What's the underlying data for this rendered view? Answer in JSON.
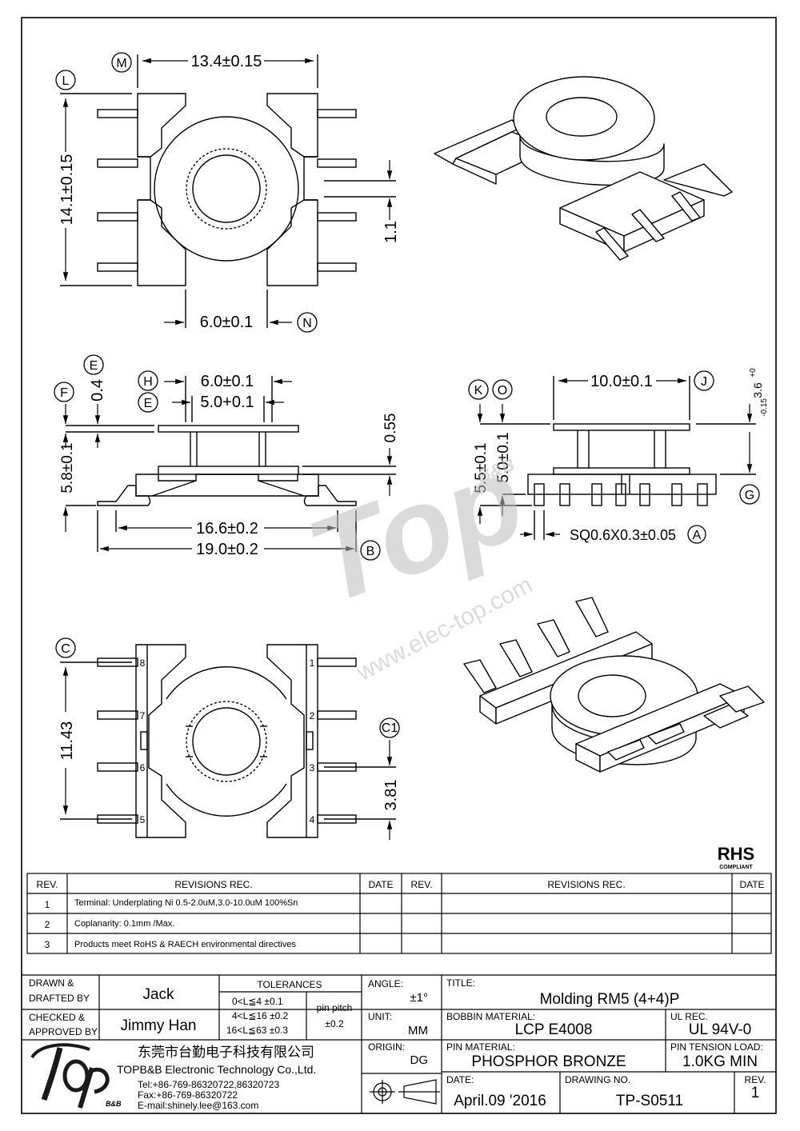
{
  "views": {
    "top": {
      "dims": {
        "width": "13.4±0.15",
        "height": "14.1±0.15",
        "gap": "1.1",
        "slot": "6.0±0.1"
      },
      "refs": {
        "m": "M",
        "l": "L",
        "n": "N"
      }
    },
    "side": {
      "dims": {
        "flange_h": "0.4",
        "total_h": "5.8±0.1",
        "core_outer": "6.0±0.1",
        "core_inner": "5.0+0.1",
        "flange_t": "0.55",
        "span_inner": "16.6±0.2",
        "span_outer": "19.0±0.2"
      },
      "refs": {
        "e1": "E",
        "f": "F",
        "h": "H",
        "e2": "E",
        "b": "B"
      }
    },
    "end": {
      "dims": {
        "width": "10.0±0.1",
        "tol_base": "3.6",
        "tol_up": "+0",
        "tol_dn": "-0.15",
        "h1": "5.5±0.1",
        "h2": "5.0±0.1",
        "pin": "SQ0.6X0.3±0.05"
      },
      "refs": {
        "k": "K",
        "o": "O",
        "j": "J",
        "g": "G",
        "a": "A"
      }
    },
    "bottom": {
      "dims": {
        "pitch_total": "11.43",
        "pitch": "3.81"
      },
      "refs": {
        "c": "C",
        "c1": "C1"
      },
      "pins_left": [
        "8",
        "7",
        "6",
        "5"
      ],
      "pins_right": [
        "1",
        "2",
        "3",
        "4"
      ]
    }
  },
  "watermark": {
    "brand": "Top",
    "sub": "B&B",
    "url": "www.elec-top.com"
  },
  "rohs": {
    "mark": "RHS",
    "sub": "COMPLIANT"
  },
  "revisions": {
    "headers": {
      "rev": "REV.",
      "rec": "REVISIONS REC.",
      "date": "DATE"
    },
    "rows": [
      {
        "rev": "1",
        "text": "Terminal: Underplating Ni 0.5-2.0uM,3.0-10.0uM 100%Sn"
      },
      {
        "rev": "2",
        "text": "Coplanarity: 0.1mm /Max."
      },
      {
        "rev": "3",
        "text": "Products meet RoHS & RAECH environmental directives"
      }
    ]
  },
  "titleblock": {
    "drawn_label1": "DRAWN &",
    "drawn_label2": "DRAFTED BY",
    "drawn_by": "Jack",
    "checked_label1": "CHECKED &",
    "checked_label2": "APPROVED BY",
    "approved_by": "Jimmy Han",
    "tolerances_label": "TOLERANCES",
    "tol_rows": [
      "0<L≦4  ±0.1",
      "4<L≦16  ±0.2",
      "16<L≦63  ±0.3"
    ],
    "pin_pitch_label": "pin pitch",
    "pin_pitch_value": "±0.2",
    "angle_label": "ANGLE:",
    "angle_value": "±1°",
    "unit_label": "UNIT:",
    "unit_value": "MM",
    "origin_label": "ORIGIN:",
    "origin_value": "DG",
    "title_label": "TITLE:",
    "title_value": "Molding RM5 (4+4)P",
    "bobbin_label": "BOBBIN MATERIAL:",
    "bobbin_value": "LCP E4008",
    "ul_label": "UL REC.",
    "ul_value": "UL 94V-0",
    "pin_mat_label": "PIN MATERIAL:",
    "pin_mat_value": "PHOSPHOR BRONZE",
    "tension_label": "PIN TENSION LOAD:",
    "tension_value": "1.0KG  MIN",
    "date_label": "DATE:",
    "date_value": "April.09 '2016",
    "drawing_label": "DRAWING NO.",
    "drawing_value": "TP-S0511",
    "rev_label": "REV.",
    "rev_value": "1",
    "company_cn": "东莞市台勤电子科技有限公司",
    "company_en": "TOPB&B Electronic Technology Co.,Ltd.",
    "tel": "Tel:+86-769-86320722,86320723",
    "fax": "Fax:+86-769-86320722",
    "email": "E-mail:shinely.lee@163.com",
    "logo_sub": "B&B"
  }
}
